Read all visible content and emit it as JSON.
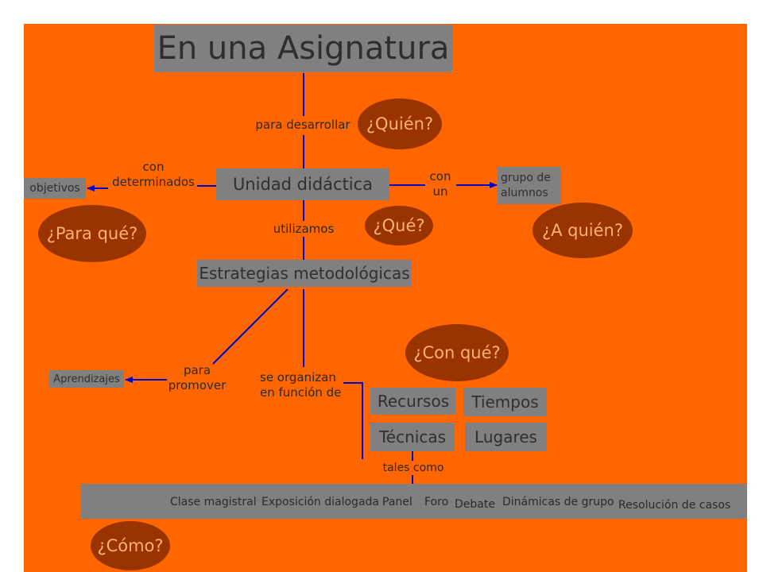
{
  "title": "En una Asignatura",
  "nodes": {
    "unidad": "Unidad didáctica",
    "objetivos": "objetivos",
    "grupo": "grupo de\nalumnos",
    "estrategias": "Estrategias metodológicas",
    "aprendizajes": "Aprendizajes",
    "recursos": "Recursos",
    "tiempos": "Tiempos",
    "tecnicas": "Técnicas",
    "lugares": "Lugares"
  },
  "links": {
    "para_desarrollar": "para desarrollar",
    "con_determinados": "con\ndeterminados",
    "con_un": "con\nun",
    "utilizamos": "utilizamos",
    "para_promover": "para\npromover",
    "se_organizan": "se organizan\nen función de",
    "tales_como": "tales como"
  },
  "questions": {
    "quien": "¿Quién?",
    "que": "¿Qué?",
    "para_que": "¿Para qué?",
    "a_quien": "¿A quién?",
    "con_que": "¿Con qué?",
    "como": "¿Cómo?"
  },
  "techniques": [
    "Clase magistral",
    "Exposición dialogada",
    "Panel",
    "Foro",
    "Debate",
    "Dinámicas de grupo",
    "Resolución de casos"
  ],
  "colors": {
    "background": "#ff6600",
    "box": "#808080",
    "oval": "#993300",
    "oval_text": "#ffb07a",
    "connector": "#0000cc"
  }
}
